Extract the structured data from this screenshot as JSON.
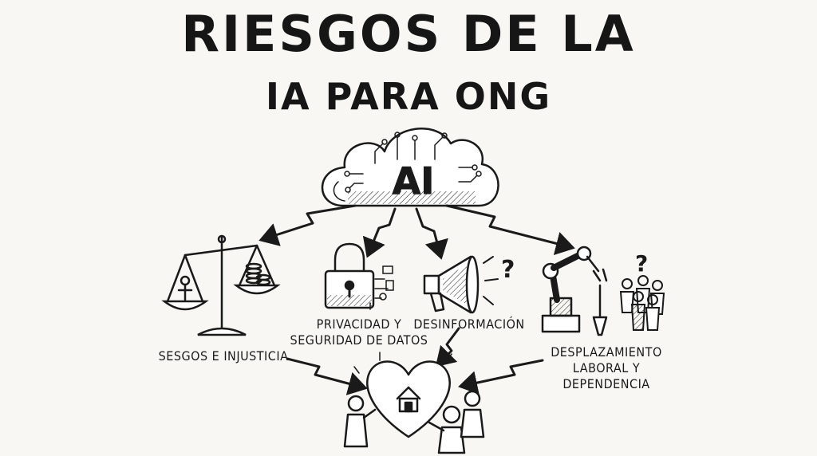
{
  "title": {
    "line1": "RIESGOS DE LA",
    "line2": "IA PARA ONG"
  },
  "center": {
    "cloud_text": "AI",
    "icon": "cloud-circuit-icon"
  },
  "risks": [
    {
      "label": "SESGOS E INJUSTICIA",
      "icon": "balance-scale-icon"
    },
    {
      "label_line1": "PRIVACIDAD Y",
      "label_line2": "SEGURIDAD DE DATOS",
      "icon": "padlock-icon"
    },
    {
      "label": "DESINFORMACIÓN",
      "icon": "megaphone-icon"
    },
    {
      "label_line1": "DESPLAZAMIENTO",
      "label_line2": "LABORAL Y",
      "label_line3": "DEPENDENCIA",
      "icon": "robot-arm-icon"
    }
  ],
  "target": {
    "icon": "heart-house-icon"
  },
  "colors": {
    "ink": "#1a1a1a",
    "paper": "#f8f7f4"
  }
}
